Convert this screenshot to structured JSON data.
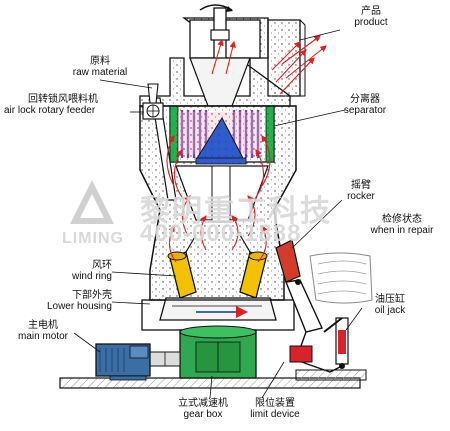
{
  "watermark": {
    "cn": "黎明重工科技",
    "brand": "LIMING",
    "phone": "400-000-1888"
  },
  "labels": {
    "product": {
      "zh": "产品",
      "en": "product"
    },
    "raw_material": {
      "zh": "原料",
      "en": "raw material"
    },
    "airlock_feeder": {
      "zh": "回转锁风喂料机",
      "en": "air lock rotary feeder"
    },
    "separator": {
      "zh": "分离器",
      "en": "separator"
    },
    "rocker": {
      "zh": "摇臂",
      "en": "rocker"
    },
    "when_in_repair": {
      "zh": "检修状态",
      "en": "when in repair"
    },
    "wind_ring": {
      "zh": "风环",
      "en": "wind ring"
    },
    "lower_housing": {
      "zh": "下部外壳",
      "en": "Lower housing"
    },
    "oil_jack": {
      "zh": "油压缸",
      "en": "oil jack"
    },
    "main_motor": {
      "zh": "主电机",
      "en": "main motor"
    },
    "gear_box": {
      "zh": "立式减速机",
      "en": "gear box"
    },
    "limit_device": {
      "zh": "限位装置",
      "en": "limit device"
    }
  },
  "colors": {
    "outline": "#111111",
    "airflow": "#e02020",
    "separator_green": "#22b14c",
    "separator_purple": "#7b3fb8",
    "motor_blue": "#3a6ea5",
    "gearbox_green": "#2fa84f",
    "roller_yellow": "#f2c200",
    "hydraulic_red": "#d6242a",
    "rocker_red": "#d23c2a",
    "hatch_gray": "#9a9a9a"
  }
}
